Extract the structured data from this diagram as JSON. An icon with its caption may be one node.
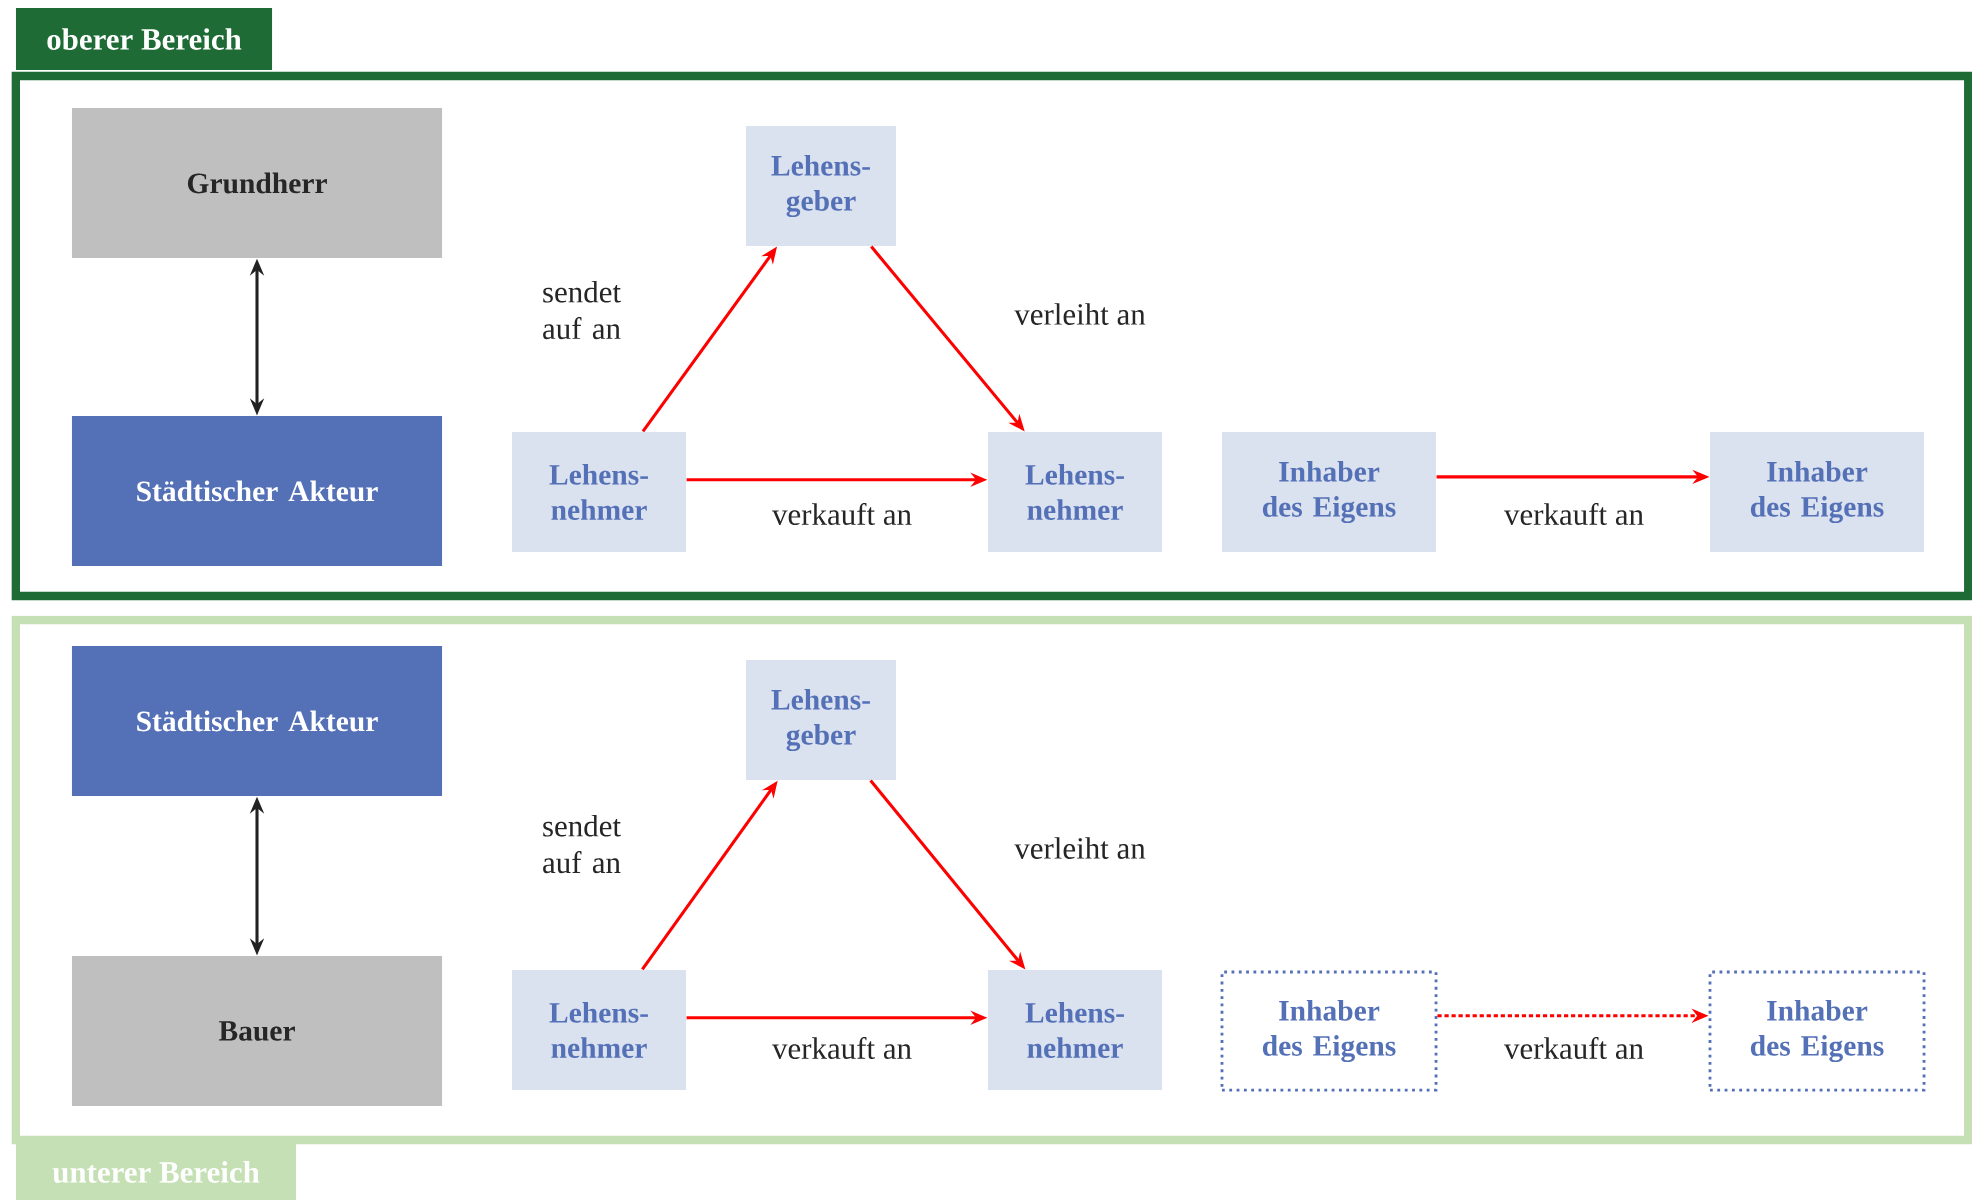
{
  "diagram": {
    "nodes": [
      {
        "text": [
          "oberer Bereich"
        ]
      },
      {
        "text": [
          "Grundherr"
        ],
        "in": 0
      },
      {
        "text": [
          "Städtischer Akteur"
        ],
        "in": 0
      },
      {
        "text": [
          "Lehens- geber"
        ],
        "in": 0
      },
      {
        "text": [
          "Lehens- nehmer"
        ],
        "in": 0
      },
      {
        "text": [
          "Lehens- nehmer"
        ],
        "in": 0
      },
      {
        "text": [
          "Inhaber des Eigens"
        ],
        "in": 0
      },
      {
        "text": [
          "Inhaber des Eigens"
        ],
        "in": 0
      },
      {
        "text": [
          "unterer Bereich"
        ]
      },
      {
        "text": [
          "Städtischer Akteur"
        ],
        "in": 8
      },
      {
        "text": [
          "Bauer"
        ],
        "in": 8
      },
      {
        "text": [
          "Lehens- geber"
        ],
        "in": 8
      },
      {
        "text": [
          "Lehens- nehmer"
        ],
        "in": 8
      },
      {
        "text": [
          "Lehens- nehmer"
        ],
        "in": 8
      },
      {
        "text": [
          "Inhaber des Eigens"
        ],
        "in": 8
      },
      {
        "text": [
          "Inhaber des Eigens"
        ],
        "in": 8
      }
    ],
    "edges": [
      {
        "from": 1,
        "to": 2,
        "arrow": "both",
        "color": "#222222"
      },
      {
        "from": 4,
        "to": 3,
        "arrow": "to",
        "label": "sendet auf an"
      },
      {
        "from": 3,
        "to": 5,
        "arrow": "to",
        "label": "verleiht an"
      },
      {
        "from": 4,
        "to": 5,
        "arrow": "to",
        "label": "verkauft an"
      },
      {
        "from": 6,
        "to": 7,
        "arrow": "to",
        "label": "verkauft an"
      },
      {
        "from": 9,
        "to": 10,
        "arrow": "both",
        "color": "#222222"
      },
      {
        "from": 12,
        "to": 11,
        "arrow": "to",
        "label": "sendet auf an"
      },
      {
        "from": 11,
        "to": 13,
        "arrow": "to",
        "label": "verleiht an"
      },
      {
        "from": 12,
        "to": 13,
        "arrow": "to",
        "label": "verkauft an"
      },
      {
        "from": 14,
        "to": 15,
        "arrow": "to",
        "label": "verkauft an",
        "style": "dashed"
      }
    ]
  }
}
